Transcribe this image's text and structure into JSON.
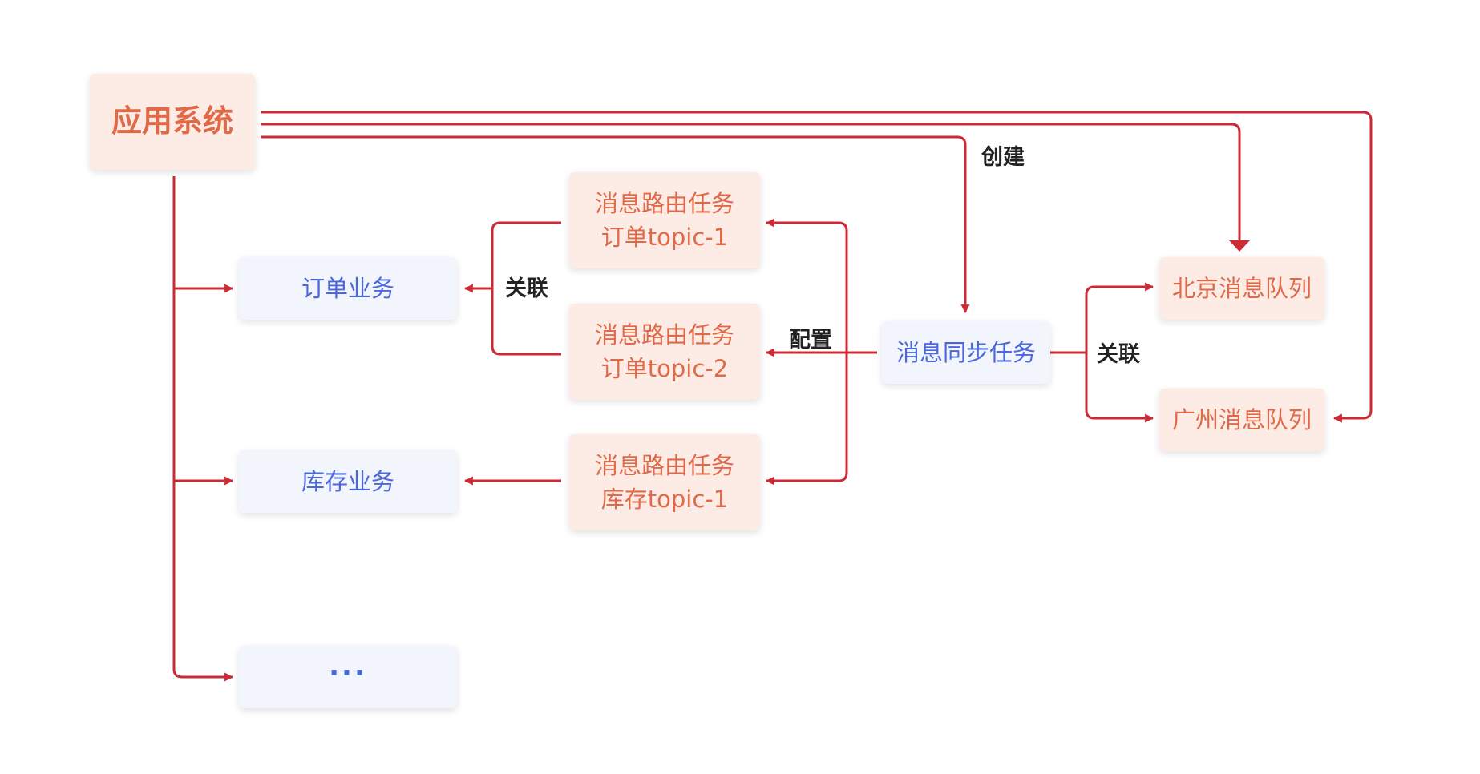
{
  "nodes": {
    "app_system": "应用系统",
    "order_business": "订单业务",
    "inventory_business": "库存业务",
    "more": "···",
    "route_task_1": {
      "line1": "消息路由任务",
      "line2": "订单topic-1"
    },
    "route_task_2": {
      "line1": "消息路由任务",
      "line2": "订单topic-2"
    },
    "route_task_3": {
      "line1": "消息路由任务",
      "line2": "库存topic-1"
    },
    "sync_task": "消息同步任务",
    "beijing_queue": "北京消息队列",
    "guangzhou_queue": "广州消息队列"
  },
  "labels": {
    "create": "创建",
    "associate_left": "关联",
    "configure": "配置",
    "associate_right": "关联"
  },
  "colors": {
    "line": "#cc2b36",
    "warm_bg": "#fdece6",
    "warm_text": "#e06a48",
    "cool_bg": "#f3f5fd",
    "cool_text": "#4a67dc"
  }
}
